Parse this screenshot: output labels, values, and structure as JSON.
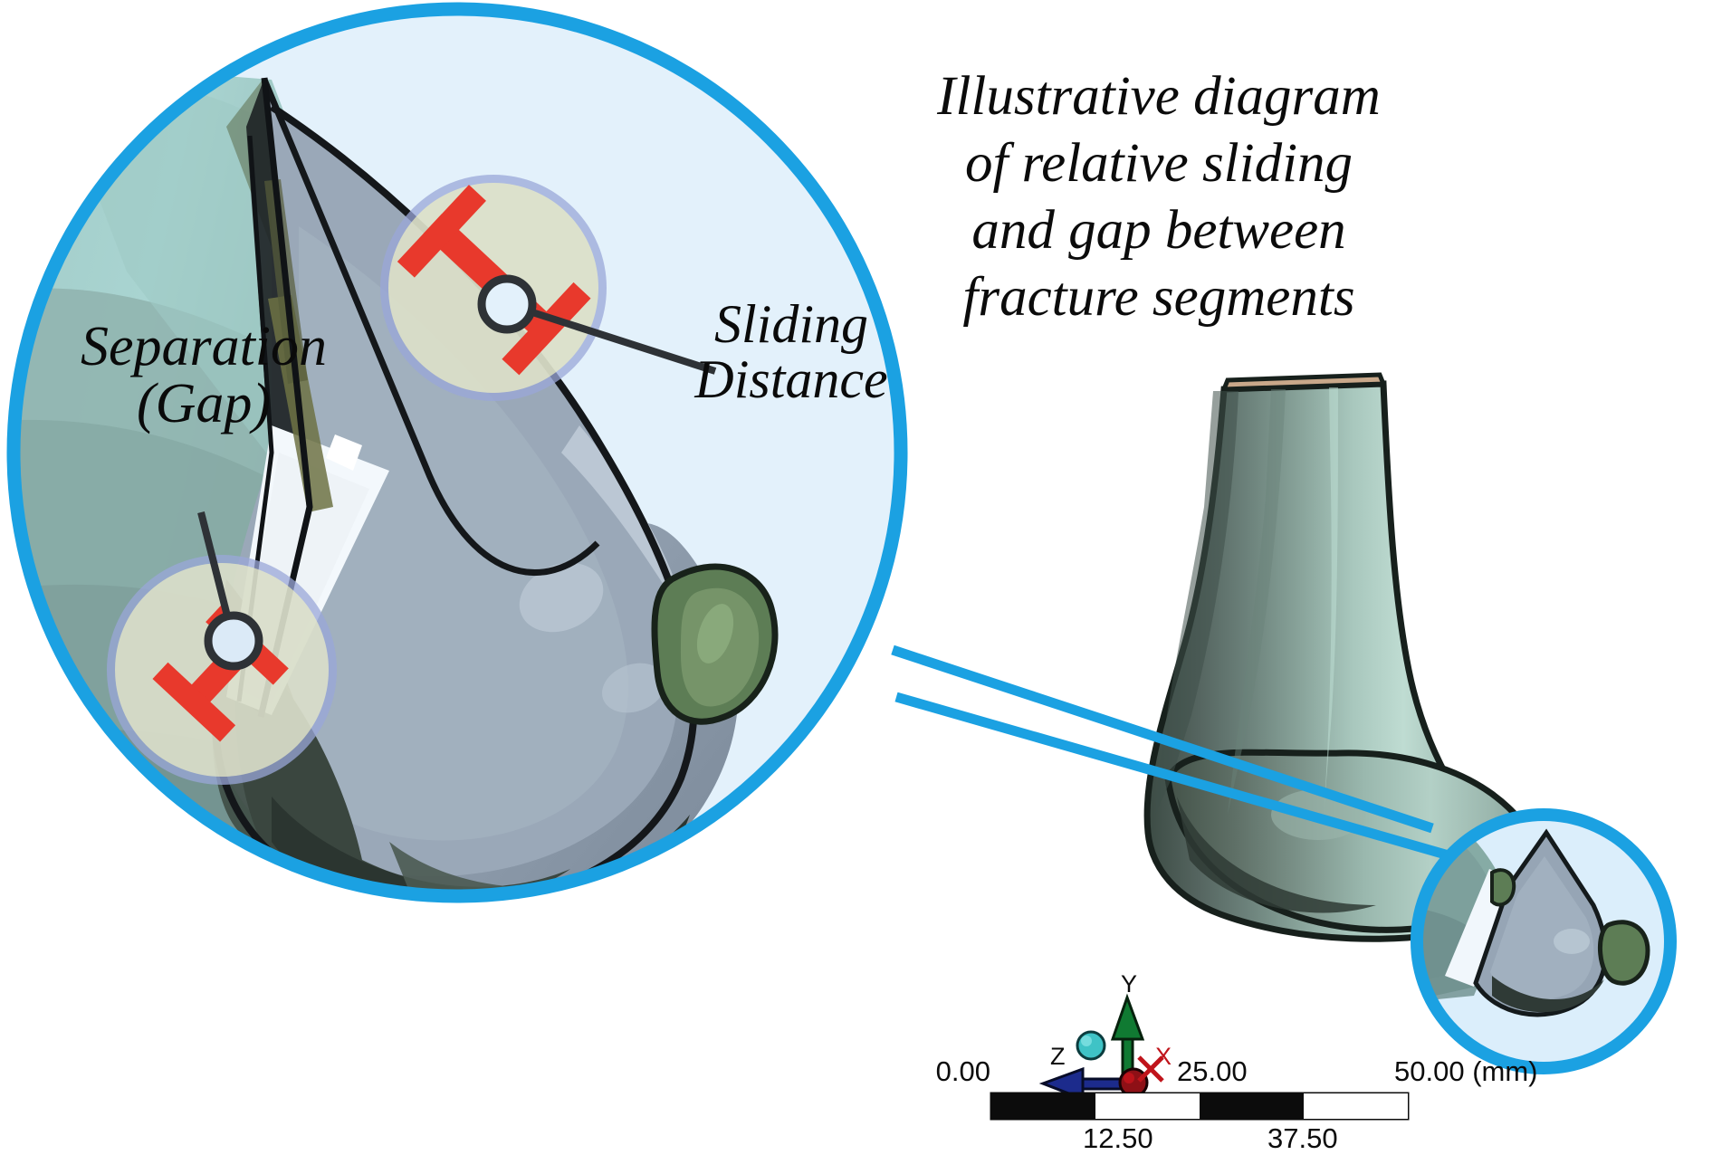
{
  "figure": {
    "title_lines": [
      "Illustrative diagram",
      "of relative sliding",
      "and gap between",
      "fracture segments"
    ],
    "title_full": "Illustrative diagram of relative sliding and gap between fracture segments"
  },
  "callouts": {
    "separation": "Separation\n(Gap)",
    "sliding": "Sliding\nDistance"
  },
  "scale_bar": {
    "top_labels": [
      "0.00",
      "25.00",
      "50.00 (mm)"
    ],
    "bottom_labels": [
      "12.50",
      "37.50"
    ],
    "units": "mm",
    "min": 0.0,
    "max": 50.0,
    "segments": 4,
    "segment_length": 12.5
  },
  "axes_triad": {
    "y_label": "Y",
    "z_label": "Z",
    "x_label": "X",
    "y_color": "#107a32",
    "z_color": "#1c2b8c",
    "x_color": "#c0141b",
    "origin_color": "#8e1016",
    "extra_sphere_color": "#3fc3c6"
  },
  "colors": {
    "accent_blue": "#1ba1e2",
    "magnify_fill": "#e3f1fb",
    "marker_red": "#e8392c",
    "highlight_yellow": "#eef0c4",
    "highlight_ring": "#9aa7d8",
    "bone_teal_light": "#a9d4d1",
    "bone_teal": "#8fbab5",
    "bone_gray_blue": "#97a5b5",
    "bone_dark": "#3d4a42",
    "green_bump": "#5d7d55",
    "leader_line": "#2e3236"
  }
}
